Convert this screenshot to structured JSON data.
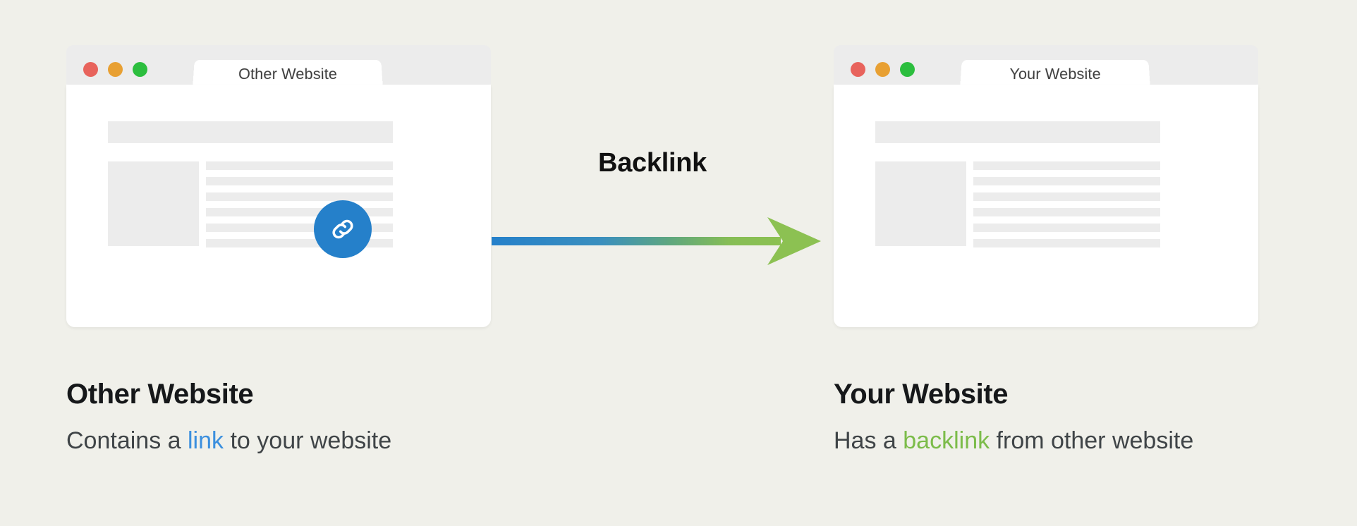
{
  "background_color": "#f0f0ea",
  "diagram": {
    "title_center": "Backlink",
    "arrow": {
      "name": "backlink-arrow",
      "direction": "left-to-right",
      "gradient_from": "#2580ca",
      "gradient_to": "#8cc152"
    }
  },
  "windows": [
    {
      "id": "other-website",
      "tab_label": "Other Website",
      "traffic_lights": [
        {
          "name": "close-dot",
          "color": "#e8635c"
        },
        {
          "name": "minimize-dot",
          "color": "#e8a033"
        },
        {
          "name": "maximize-dot",
          "color": "#2cbe3e"
        }
      ],
      "skeleton": {
        "placeholder_color": "#ececec",
        "text_lines": 6
      },
      "badge": {
        "icon": "link-icon",
        "color": "#2580ca"
      }
    },
    {
      "id": "your-website",
      "tab_label": "Your Website",
      "traffic_lights": [
        {
          "name": "close-dot",
          "color": "#e8635c"
        },
        {
          "name": "minimize-dot",
          "color": "#e8a033"
        },
        {
          "name": "maximize-dot",
          "color": "#2cbe3e"
        }
      ],
      "skeleton": {
        "placeholder_color": "#ececec",
        "text_lines": 6
      }
    }
  ],
  "captions": {
    "left": {
      "heading": "Other Website",
      "sub_before": "Contains a ",
      "sub_highlight": "link",
      "sub_after": " to your website",
      "highlight_color": "#3b8fde"
    },
    "right": {
      "heading": "Your Website",
      "sub_before": "Has a ",
      "sub_highlight": "backlink",
      "sub_after": " from other website",
      "highlight_color": "#7cbc4a"
    }
  }
}
